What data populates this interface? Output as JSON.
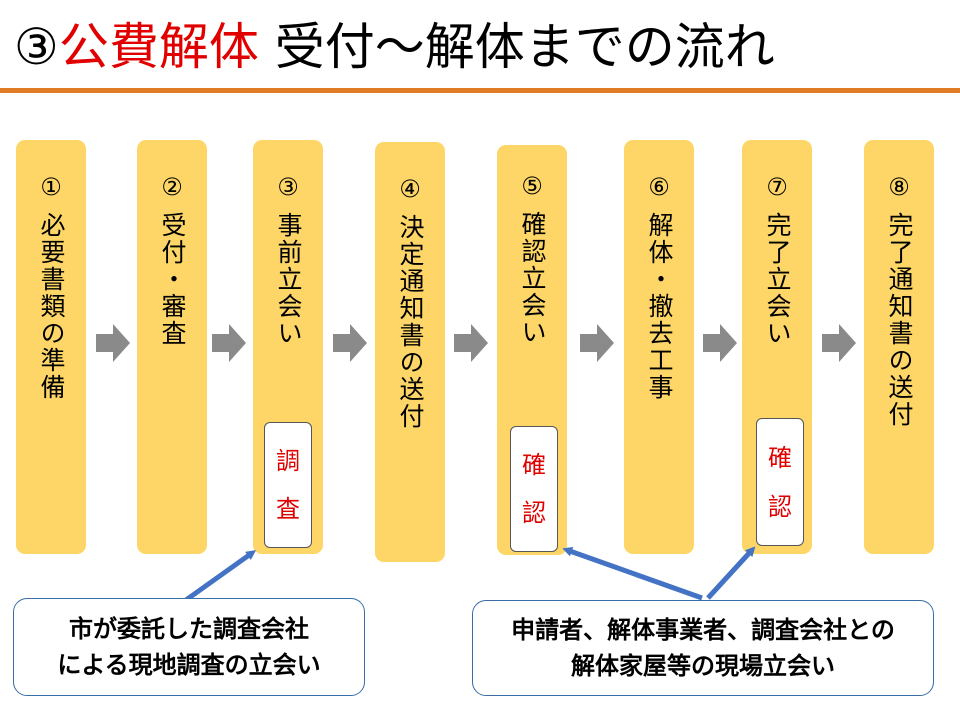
{
  "title": {
    "prefix": "③",
    "highlight": "公費解体",
    "rest": " 受付～解体までの流れ"
  },
  "colors": {
    "accent_red": "#e00000",
    "rule_orange": "#e27b25",
    "box_yellow": "#fdd667",
    "arrow_gray": "#8a8a8a",
    "pointer_blue": "#4472c4"
  },
  "steps": [
    {
      "num": "①",
      "label": "必要書類の準備"
    },
    {
      "num": "②",
      "label": "受付・審査"
    },
    {
      "num": "③",
      "label": "事前立会い"
    },
    {
      "num": "④",
      "label": "決定通知書の送付"
    },
    {
      "num": "⑤",
      "label": "確認立会い"
    },
    {
      "num": "⑥",
      "label": "解体・撤去工事"
    },
    {
      "num": "⑦",
      "label": "完了立会い"
    },
    {
      "num": "⑧",
      "label": "完了通知書の送付"
    }
  ],
  "tags": [
    {
      "step": "③",
      "chars": [
        "調",
        "査"
      ]
    },
    {
      "step": "⑤",
      "chars": [
        "確",
        "認"
      ]
    },
    {
      "step": "⑦",
      "chars": [
        "確",
        "認"
      ]
    }
  ],
  "callouts": [
    {
      "lines": [
        "市が委託した調査会社",
        "による現地調査の立会い"
      ]
    },
    {
      "lines": [
        "申請者、解体事業者、調査会社との",
        "解体家屋等の現場立会い"
      ]
    }
  ]
}
